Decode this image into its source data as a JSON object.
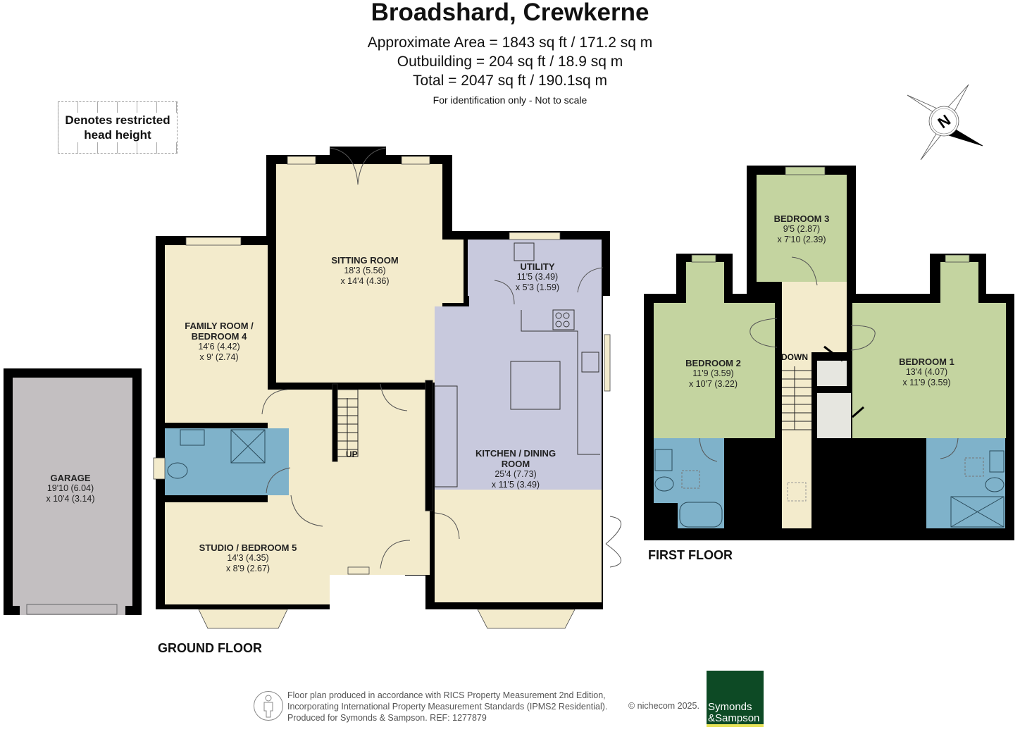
{
  "header": {
    "title": "Broadshard, Crewkerne",
    "approx_area": "Approximate Area = 1843 sq ft / 171.2 sq m",
    "outbuilding": "Outbuilding = 204 sq ft / 18.9 sq m",
    "total": "Total = 2047 sq ft / 190.1sq m",
    "note": "For identification only - Not to scale"
  },
  "legend": {
    "restricted_head_height": "Denotes restricted head height"
  },
  "compass": {
    "icon": "north-compass-icon",
    "label": "N"
  },
  "colors": {
    "wall": "#000000",
    "hall_cream": "#f3ebcc",
    "kitchen_lilac": "#c8c9dd",
    "bathroom_blue": "#7fb2ca",
    "bedroom_green": "#c4d4a0",
    "garage_grey": "#c3bfc1",
    "cupboard_grey": "#e6e6e0",
    "logo_green": "#0d4a25",
    "logo_stripe": "#e8e35a"
  },
  "ground_floor": {
    "label": "GROUND FLOOR",
    "stairs_label": "UP",
    "rooms": [
      {
        "name": "SITTING ROOM",
        "dim1": "18'3 (5.56)",
        "dim2": "x 14'4 (4.36)"
      },
      {
        "name": "FAMILY ROOM / BEDROOM 4",
        "dim1": "14'6 (4.42)",
        "dim2": "x 9' (2.74)"
      },
      {
        "name": "UTILITY",
        "dim1": "11'5 (3.49)",
        "dim2": "x 5'3 (1.59)"
      },
      {
        "name": "KITCHEN / DINING ROOM",
        "dim1": "25'4 (7.73)",
        "dim2": "x 11'5 (3.49)"
      },
      {
        "name": "STUDIO / BEDROOM 5",
        "dim1": "14'3 (4.35)",
        "dim2": "x 8'9 (2.67)"
      },
      {
        "name": "GARAGE",
        "dim1": "19'10 (6.04)",
        "dim2": "x 10'4 (3.14)"
      }
    ]
  },
  "first_floor": {
    "label": "FIRST FLOOR",
    "stairs_label": "DOWN",
    "rooms": [
      {
        "name": "BEDROOM 3",
        "dim1": "9'5 (2.87)",
        "dim2": "x 7'10 (2.39)"
      },
      {
        "name": "BEDROOM 2",
        "dim1": "11'9 (3.59)",
        "dim2": "x 10'7 (3.22)"
      },
      {
        "name": "BEDROOM 1",
        "dim1": "13'4 (4.07)",
        "dim2": "x 11'9 (3.59)"
      }
    ]
  },
  "footer": {
    "line1": "Floor plan produced in accordance with RICS Property Measurement 2nd Edition,",
    "line2": "Incorporating International Property Measurement Standards (IPMS2 Residential).",
    "line3": "Produced for Symonds & Sampson.   REF:  1277879",
    "copyright": "© nichecom 2025.",
    "logo_line1": "Symonds",
    "logo_line2": "&Sampson"
  }
}
